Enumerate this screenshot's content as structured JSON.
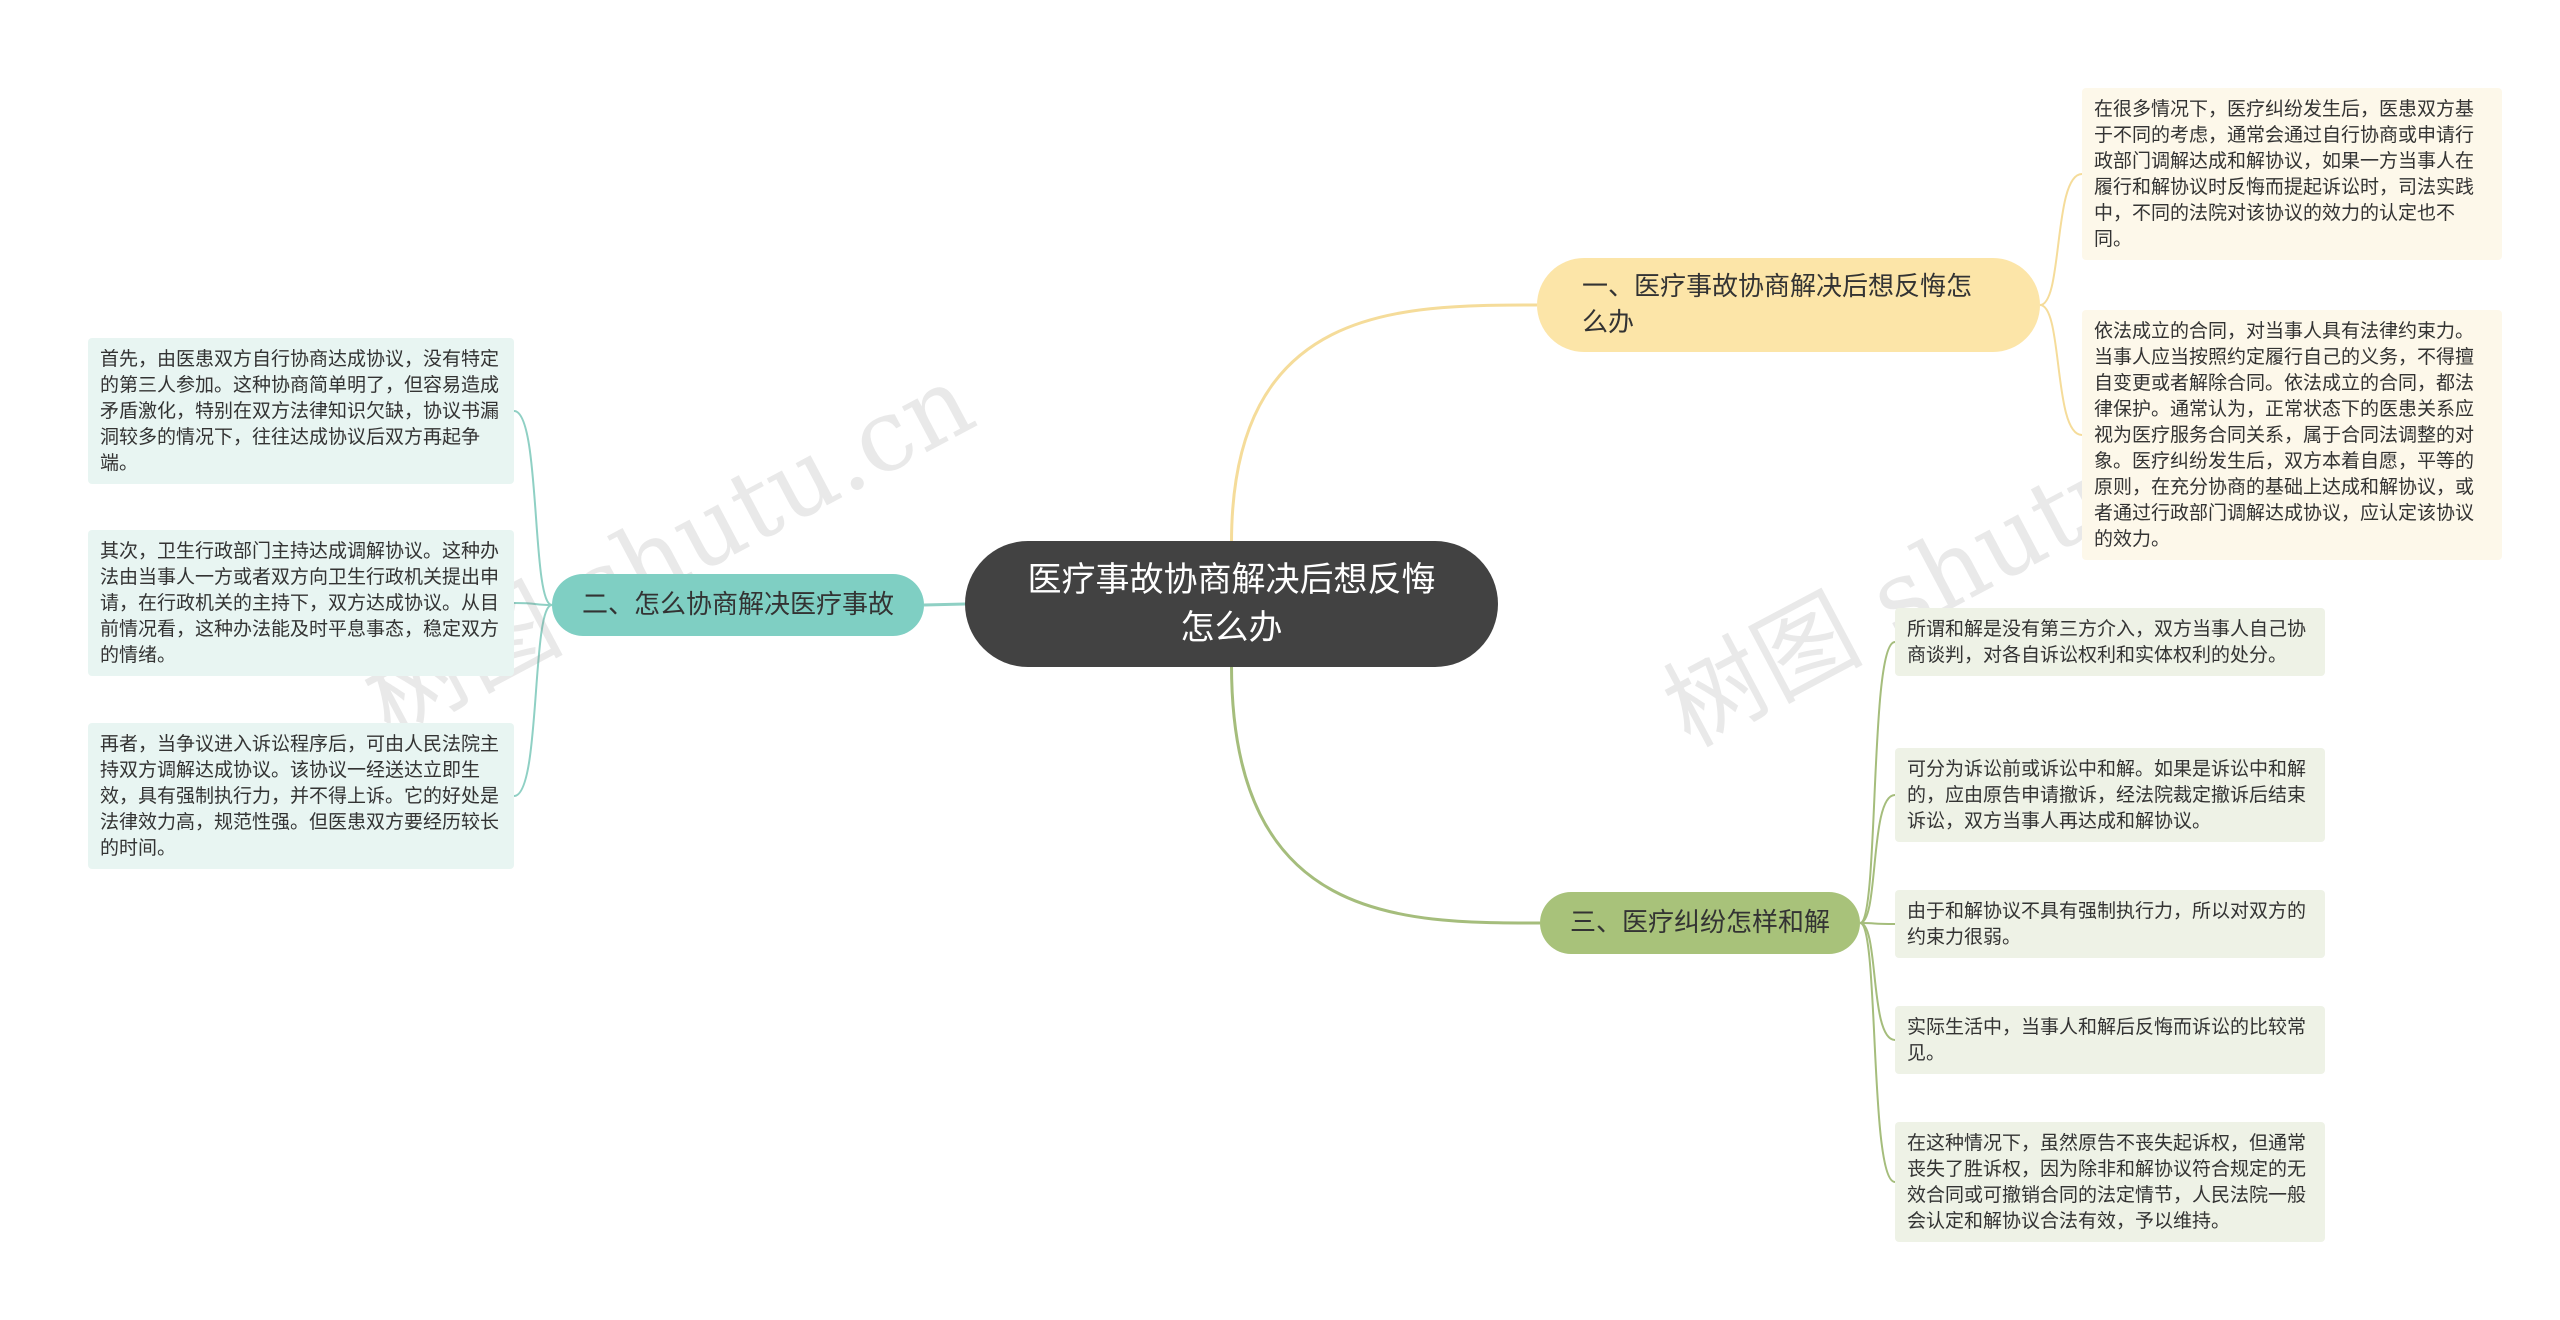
{
  "root": {
    "label": "医疗事故协商解决后想反悔怎么办"
  },
  "branches": [
    {
      "label": "一、医疗事故协商解决后想反悔怎么办",
      "color": "#fce5a8",
      "leaves": [
        "在很多情况下，医疗纠纷发生后，医患双方基于不同的考虑，通常会通过自行协商或申请行政部门调解达成和解协议，如果一方当事人在履行和解协议时反悔而提起诉讼时，司法实践中，不同的法院对该协议的效力的认定也不同。",
        "依法成立的合同，对当事人具有法律约束力。当事人应当按照约定履行自己的义务，不得擅自变更或者解除合同。依法成立的合同，都法律保护。通常认为，正常状态下的医患关系应视为医疗服务合同关系，属于合同法调整的对象。医疗纠纷发生后，双方本着自愿，平等的原则，在充分协商的基础上达成和解协议，或者通过行政部门调解达成协议，应认定该协议的效力。"
      ]
    },
    {
      "label": "二、怎么协商解决医疗事故",
      "color": "#7fcfc3",
      "leaves": [
        "首先，由医患双方自行协商达成协议，没有特定的第三人参加。这种协商简单明了，但容易造成矛盾激化，特别在双方法律知识欠缺，协议书漏洞较多的情况下，往往达成协议后双方再起争端。",
        "其次，卫生行政部门主持达成调解协议。这种办法由当事人一方或者双方向卫生行政机关提出申请，在行政机关的主持下，双方达成协议。从目前情况看，这种办法能及时平息事态，稳定双方的情绪。",
        "再者，当争议进入诉讼程序后，可由人民法院主持双方调解达成协议。该协议一经送达立即生效，具有强制执行力，并不得上诉。它的好处是法律效力高，规范性强。但医患双方要经历较长的时间。"
      ]
    },
    {
      "label": "三、医疗纠纷怎样和解",
      "color": "#a8c27a",
      "leaves": [
        "所谓和解是没有第三方介入，双方当事人自己协商谈判，对各自诉讼权利和实体权利的处分。",
        "可分为诉讼前或诉讼中和解。如果是诉讼中和解的，应由原告申请撤诉，经法院裁定撤诉后结束诉讼，双方当事人再达成和解协议。",
        "由于和解协议不具有强制执行力，所以对双方的约束力很弱。",
        "实际生活中，当事人和解后反悔而诉讼的比较常见。",
        "在这种情况下，虽然原告不丧失起诉权，但通常丧失了胜诉权，因为除非和解协议符合规定的无效合同或可撤销合同的法定情节，人民法院一般会认定和解协议合法有效，予以维持。"
      ]
    }
  ],
  "watermark": "树图 shutu.cn",
  "colors": {
    "root": "#424242",
    "line1": "#f5dc9a",
    "line2": "#8fd0c4",
    "line3": "#a5bd7c"
  }
}
